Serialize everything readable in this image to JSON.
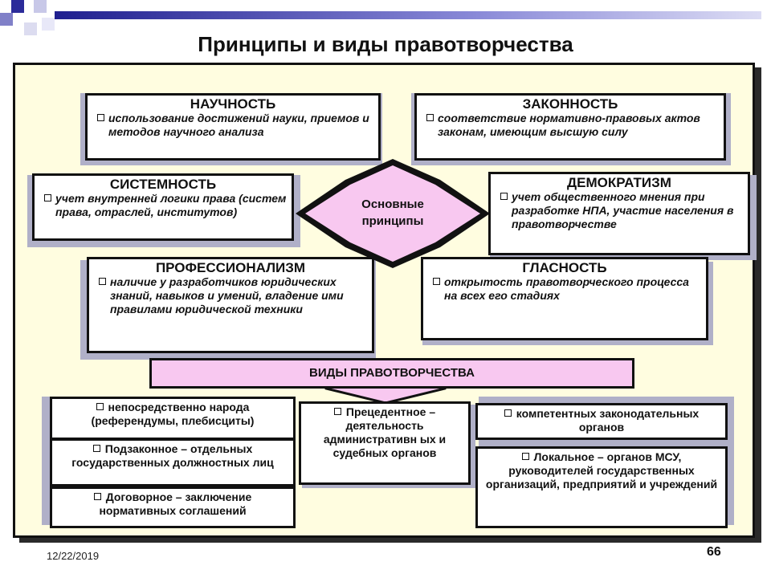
{
  "title": "Принципы и виды правотворчества",
  "center_label": "Основные принципы",
  "principles": [
    {
      "heading": "НАУЧНОСТЬ",
      "text": "использование достижений науки, приемов и методов научного анализа"
    },
    {
      "heading": "ЗАКОННОСТЬ",
      "text": "соответствие нормативно-правовых актов законам, имеющим высшую силу"
    },
    {
      "heading": "СИСТЕМНОСТЬ",
      "text": "учет внутренней логики права (систем права, отраслей, институтов)"
    },
    {
      "heading": "ДЕМОКРАТИЗМ",
      "text": "учет общественного мнения при разработке НПА, участие населения в правотворчестве"
    },
    {
      "heading": "ПРОФЕССИОНАЛИЗМ",
      "text": "наличие у разработчиков юридических знаний, навыков и умений, владение ими правилами юридической техники"
    },
    {
      "heading": "ГЛАСНОСТЬ",
      "text": "открытость правотворческого процесса на всех его стадиях"
    }
  ],
  "kinds_title": "ВИДЫ ПРАВОТВОРЧЕСТВА",
  "kinds": [
    {
      "text": "непосредственно народа (референдумы, плебисциты)"
    },
    {
      "text": "Подзаконное – отдельных государственных должностных лиц"
    },
    {
      "text": "Договорное – заключение нормативных соглашений"
    },
    {
      "text": "Прецедентное – деятельность административн ых и судебных органов"
    },
    {
      "text": "компетентных законодательных органов"
    },
    {
      "text": "Локальное – органов МСУ, руководителей государственных организаций, предприятий и учреждений"
    }
  ],
  "footer": {
    "date": "12/22/2019",
    "page": "66"
  },
  "colors": {
    "panel": "#fffde0",
    "banner": "#f8c8f0",
    "hexagon": "#f8c8f0",
    "shadow": "#b0b0c8",
    "topbar": "#1f1f8f"
  }
}
